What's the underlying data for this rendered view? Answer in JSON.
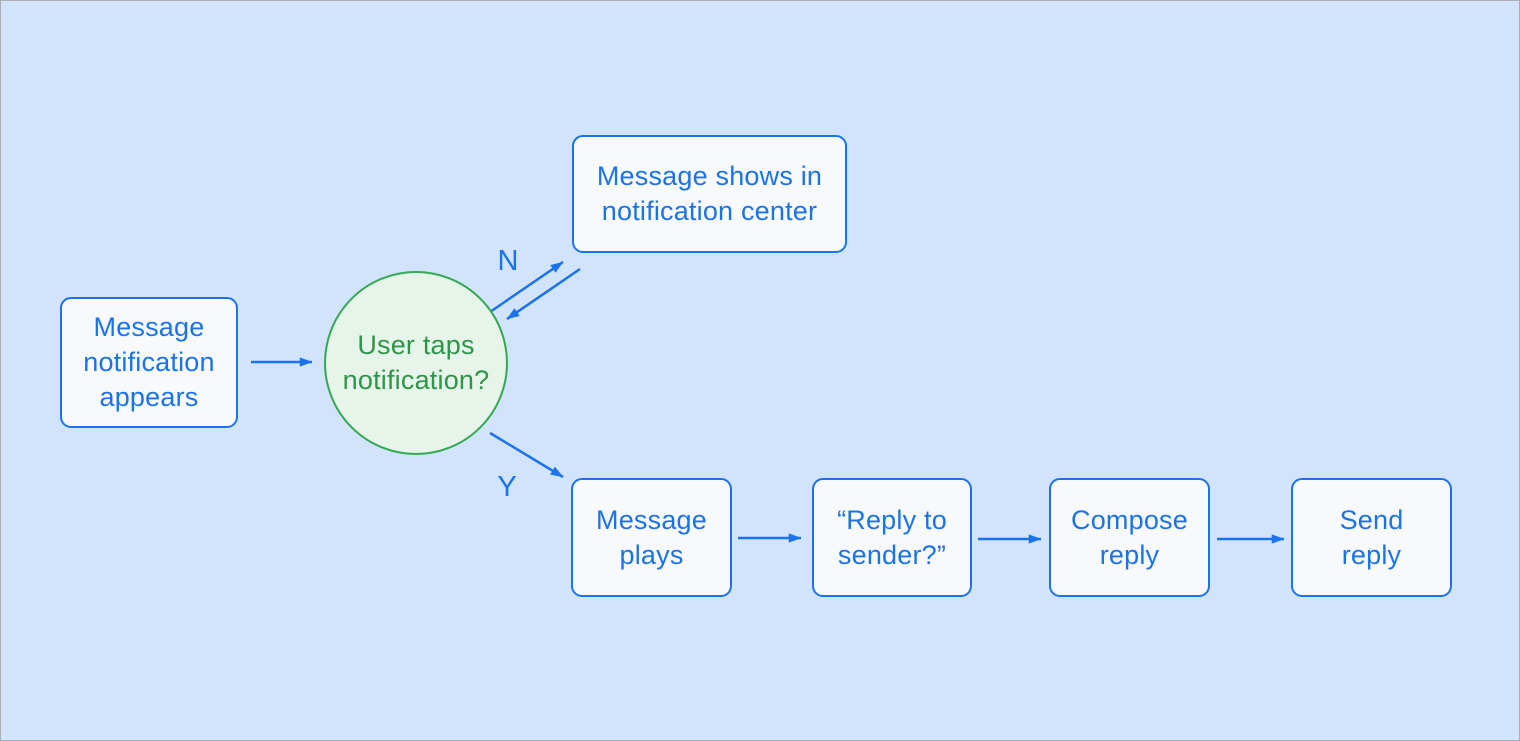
{
  "palette": {
    "bg": "#d2e3fc",
    "frame": "#a9aeb4",
    "blue": "#1a73e8",
    "node-fill": "#f8f9fa",
    "green-fill": "#e6f4ea",
    "green-border": "#34a853",
    "green-text": "#2e9549"
  },
  "nodes": {
    "start": {
      "label": "Message\nnotification\nappears"
    },
    "decision": {
      "label": "User taps\nnotification?"
    },
    "notif_center": {
      "label": "Message shows in\nnotification center"
    },
    "message_plays": {
      "label": "Message\nplays"
    },
    "reply_prompt": {
      "label": "“Reply to\nsender?”"
    },
    "compose_reply": {
      "label": "Compose\nreply"
    },
    "send_reply": {
      "label": "Send\nreply"
    }
  },
  "edge_labels": {
    "no": "N",
    "yes": "Y"
  }
}
